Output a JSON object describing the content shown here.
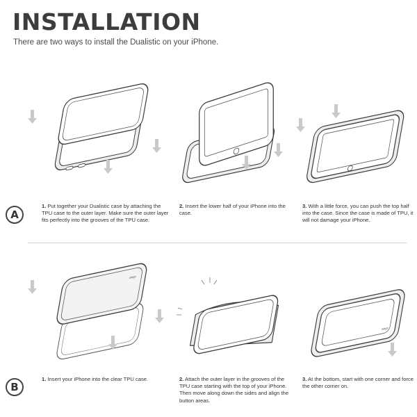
{
  "header": {
    "title": "INSTALLATION",
    "subtitle": "There are two ways to install the Dualistic on your iPhone."
  },
  "section_a": {
    "badge": "A",
    "steps": [
      {
        "num": "1.",
        "text": "Put together your Dualistic case by attaching the TPU case to the outer layer.  Make sure the outer layer fits perfectly into the grooves of the TPU case."
      },
      {
        "num": "2.",
        "text": "Insert the lower half of your iPhone into the case."
      },
      {
        "num": "3.",
        "text": "With a little force, you can push the top half into the case.  Since the case is made of TPU, it will not damage your iPhone."
      }
    ]
  },
  "section_b": {
    "badge": "B",
    "steps": [
      {
        "num": "1.",
        "text": "Insert your iPhone into the clear TPU case."
      },
      {
        "num": "2.",
        "text": "Attach the outer layer in the grooves of the TPU case starting with the top of your iPhone.  Then move along down the sides and align the button areas."
      },
      {
        "num": "3.",
        "text": "At the bottom, start with one corner and force the other corner on."
      }
    ]
  },
  "brand_mark": "elago"
}
